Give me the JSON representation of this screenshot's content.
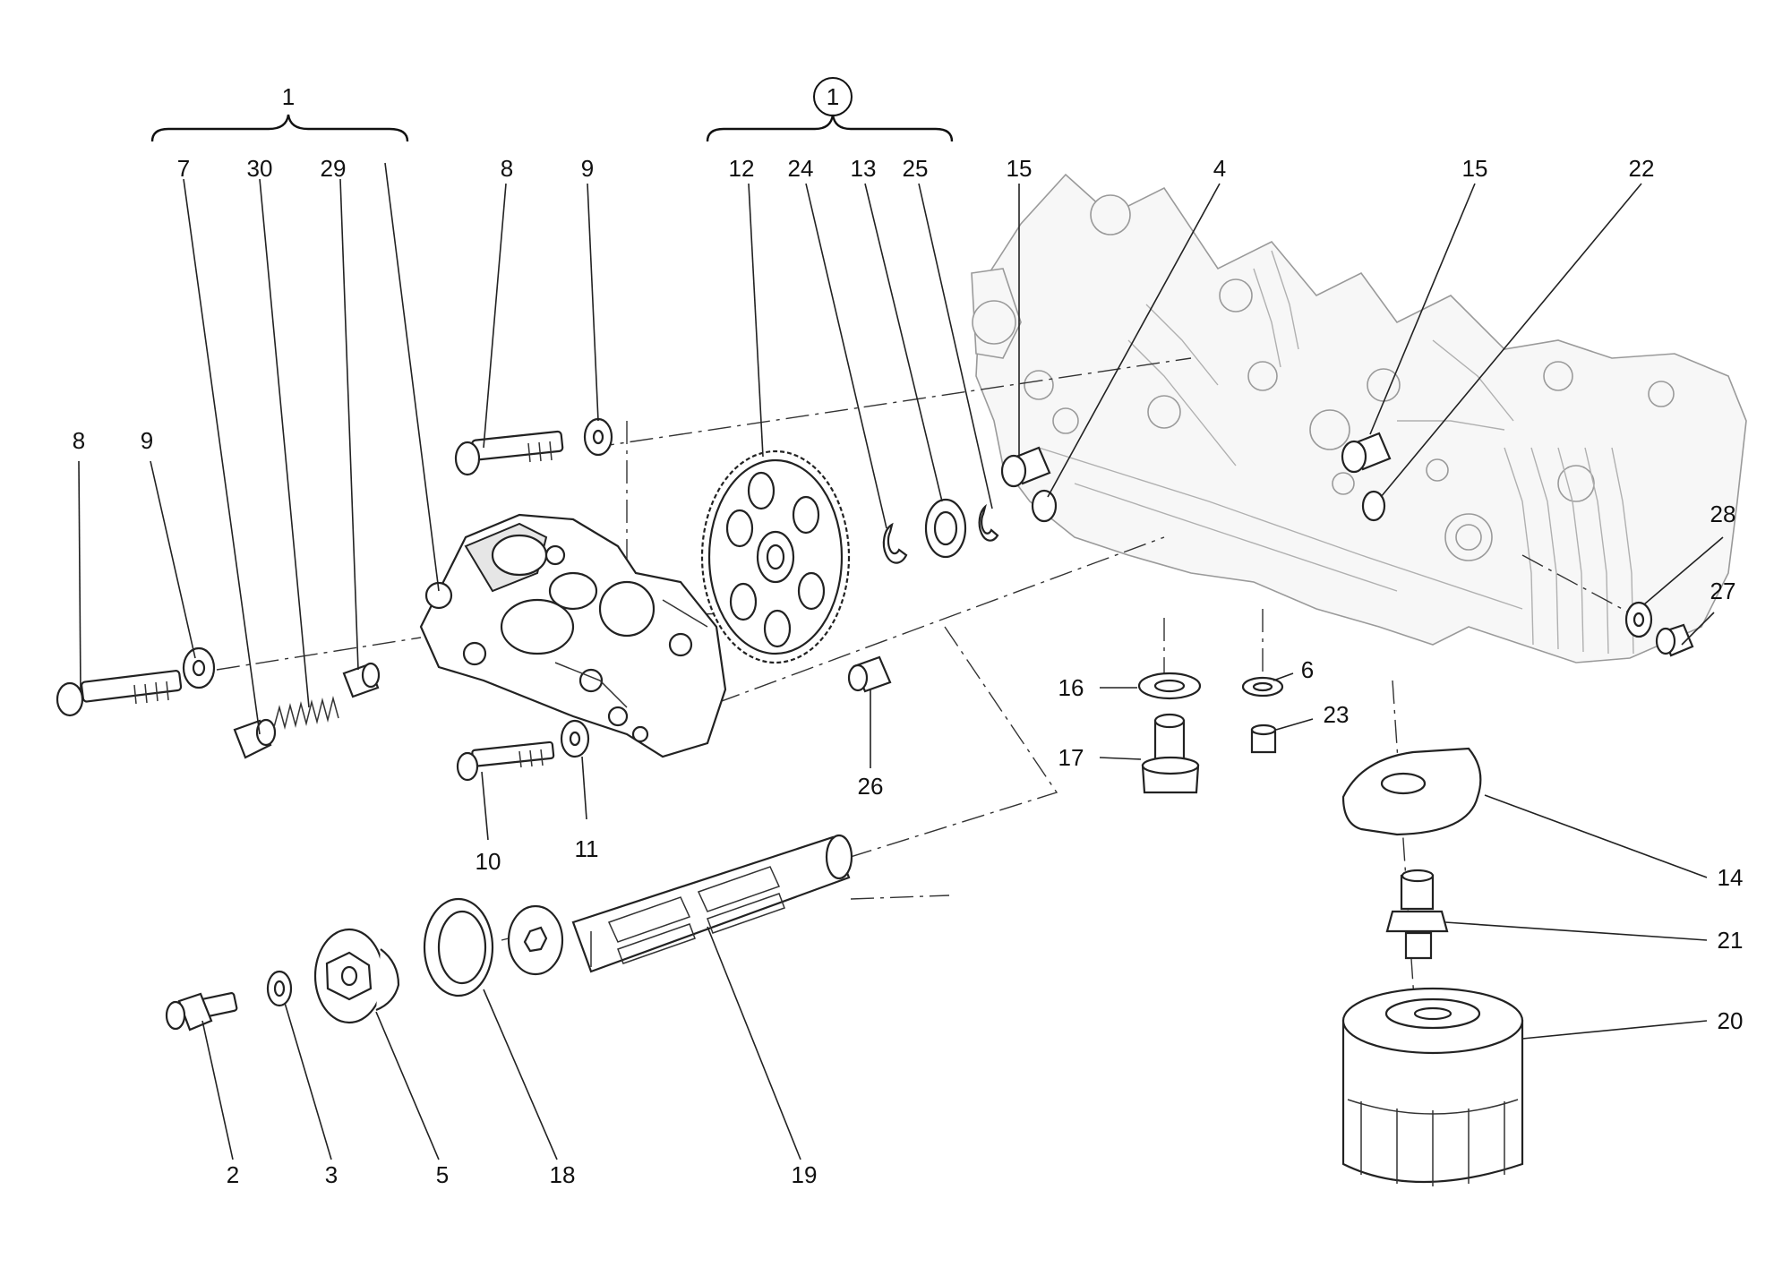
{
  "diagram": {
    "group_labels": {
      "pump_group": "1",
      "gear_group": "1"
    },
    "callouts": [
      "7",
      "30",
      "29",
      "8",
      "9",
      "12",
      "24",
      "13",
      "25",
      "15",
      "4",
      "15",
      "22",
      "8",
      "9",
      "28",
      "27",
      "16",
      "6",
      "23",
      "17",
      "26",
      "10",
      "11",
      "14",
      "21",
      "20",
      "2",
      "3",
      "5",
      "18",
      "19"
    ]
  }
}
